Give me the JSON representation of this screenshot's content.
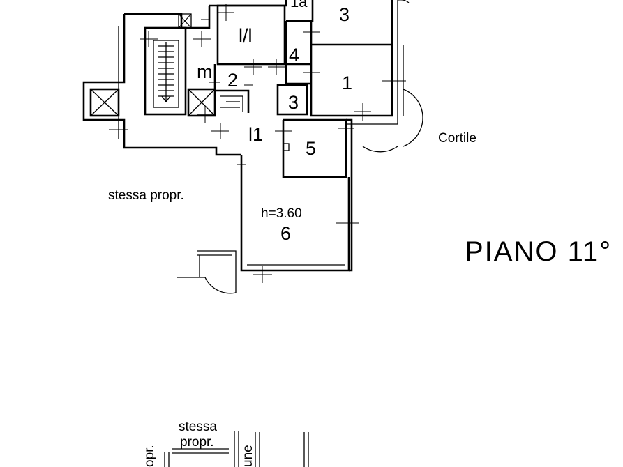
{
  "title": "PIANO 11°",
  "rooms": {
    "r1a": "1a",
    "r3_top": "3",
    "r_ll": "l/l",
    "r4": "4",
    "r_m": "m",
    "r2": "2",
    "r1": "1",
    "r3_small": "3",
    "r_l1": "l1",
    "r5": "5",
    "r_height": "h=3.60",
    "r6": "6"
  },
  "labels": {
    "cortile": "Cortile",
    "stessa_propr_main": "stessa propr.",
    "stessa_bottom_line1": "stessa",
    "stessa_bottom_line2": "propr.",
    "vertical_left": "opr.",
    "vertical_right": "une"
  }
}
